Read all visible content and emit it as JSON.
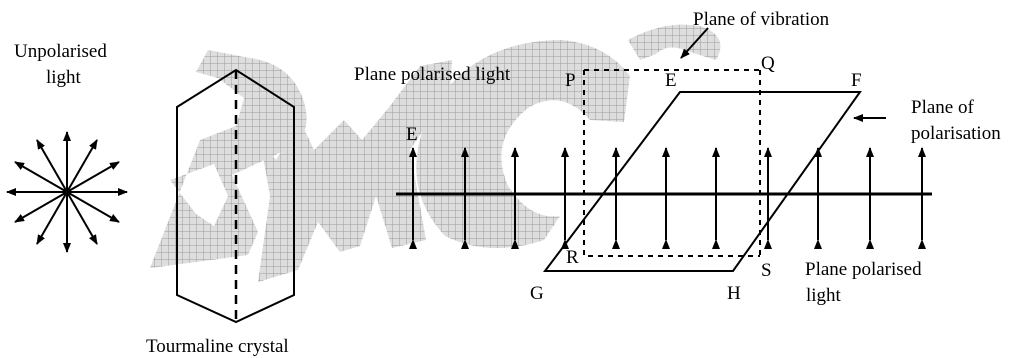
{
  "labels": {
    "unpolarised_line1": "Unpolarised",
    "unpolarised_line2": "light",
    "tourmaline": "Tourmaline crystal",
    "plane_polarised_top": "Plane polarised light",
    "plane_of_vibration": "Plane of vibration",
    "plane_of_polarisation_line1": "Plane of",
    "plane_of_polarisation_line2": "polarisation",
    "plane_polarised_bottom_line1": "Plane polarised",
    "plane_polarised_bottom_line2": "light",
    "vertex_E_left": "E",
    "vertex_P": "P",
    "vertex_Q": "Q",
    "vertex_R": "R",
    "vertex_S": "S",
    "vertex_E_top": "E",
    "vertex_F": "F",
    "vertex_G": "G",
    "vertex_H": "H"
  },
  "watermark": "PMC",
  "colors": {
    "ink": "#000000",
    "watermark_fill": "#d0d0d0",
    "watermark_grid": "#8a8a8a"
  }
}
